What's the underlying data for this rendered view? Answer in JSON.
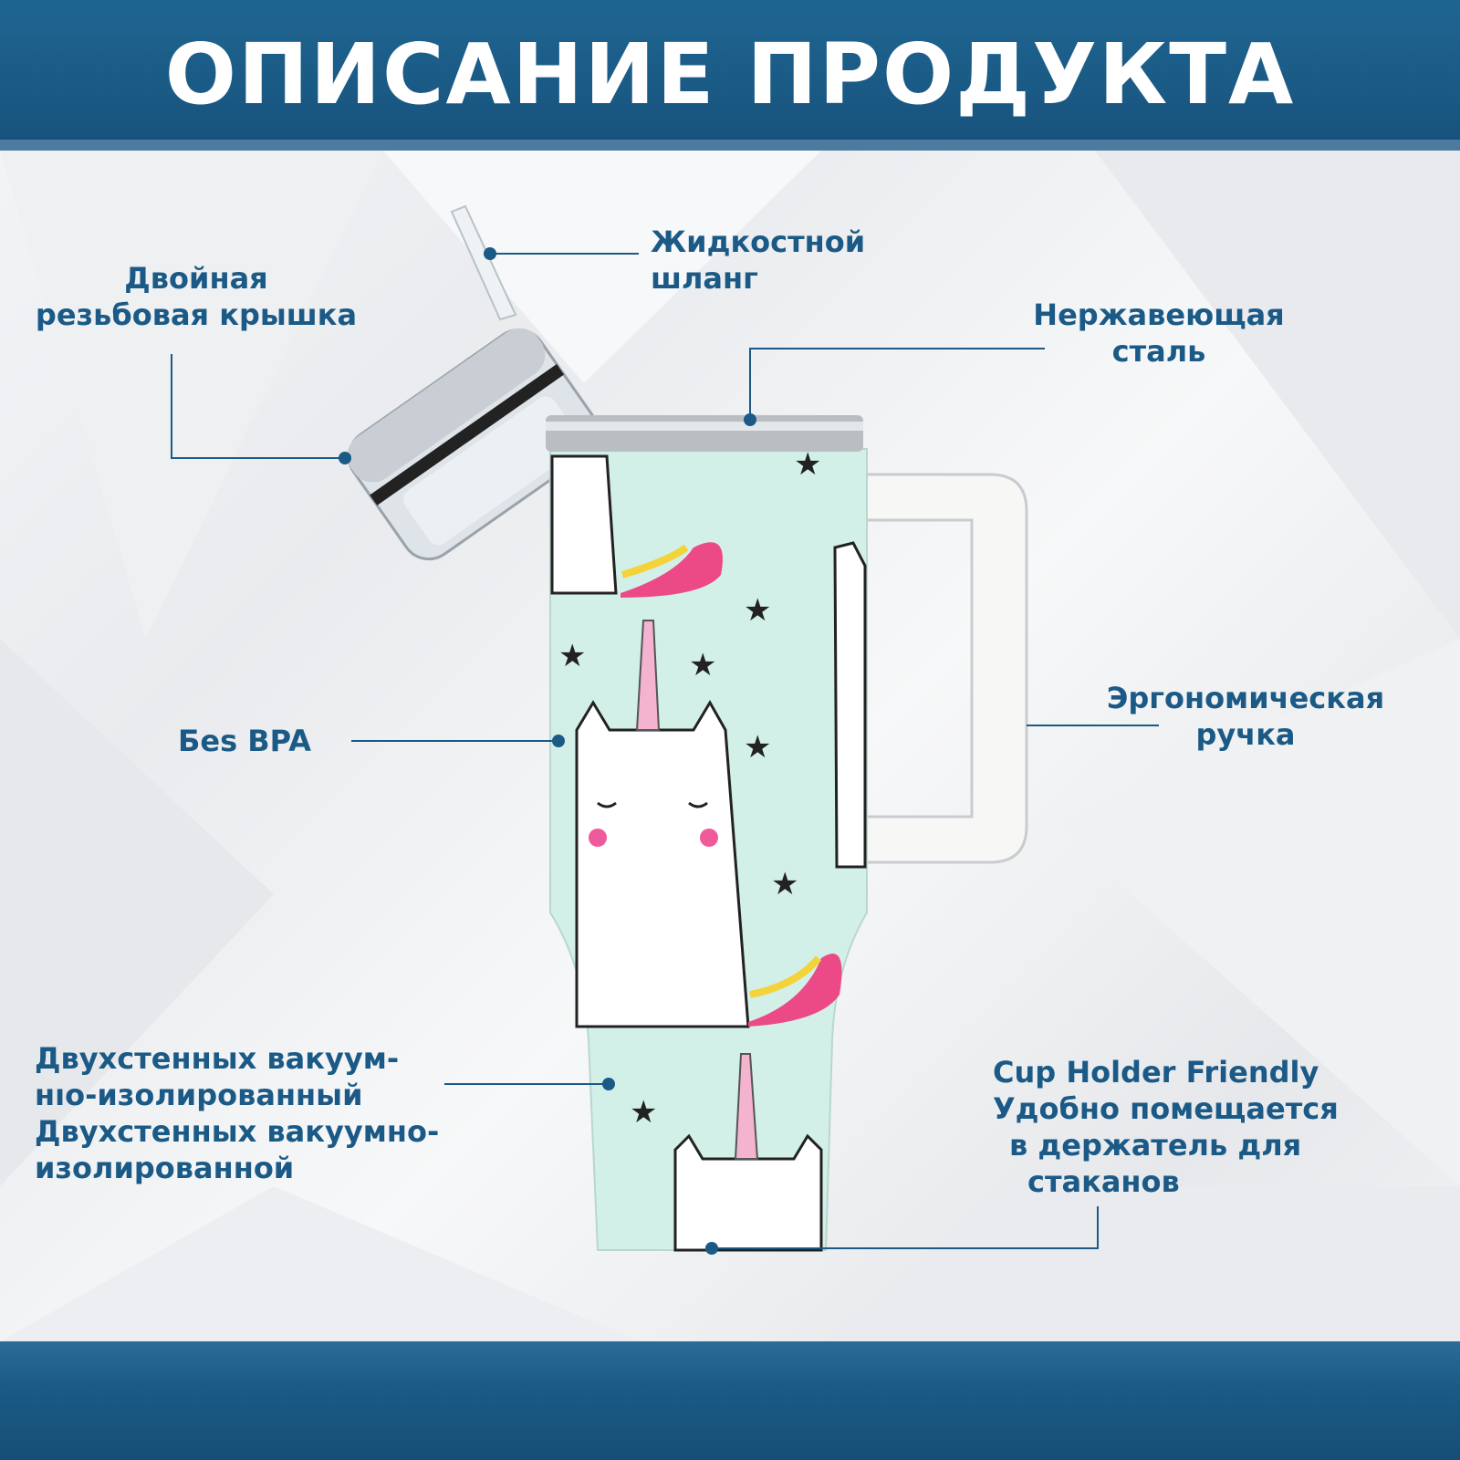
{
  "header": {
    "title": "ОПИСАНИЕ ПРОДУКТА"
  },
  "callouts": {
    "lid": {
      "lines": [
        "Двойная",
        "резьбовая крышка"
      ]
    },
    "straw": {
      "lines": [
        "Жидкостной",
        "шланг"
      ]
    },
    "steel": {
      "lines": [
        "Нержавеющая",
        "сталь"
      ]
    },
    "bpa": {
      "lines": [
        "Бes BPA"
      ]
    },
    "handle": {
      "lines": [
        "Эргономическая",
        "ручка"
      ]
    },
    "insulation": {
      "lines": [
        "Двухстенных вакуум-",
        "нıо-изолированный",
        "Двухстенных вакуумно-",
        "изолированной"
      ]
    },
    "cupholder": {
      "lines": [
        "Cup Holder Friendly",
        "Удобно помещается",
        "в держатель для",
        "стаканов"
      ]
    }
  },
  "colors": {
    "brand": "#1a5a85",
    "tumbler_body": "#d3f0e8",
    "label_text": "#1b5a86"
  }
}
